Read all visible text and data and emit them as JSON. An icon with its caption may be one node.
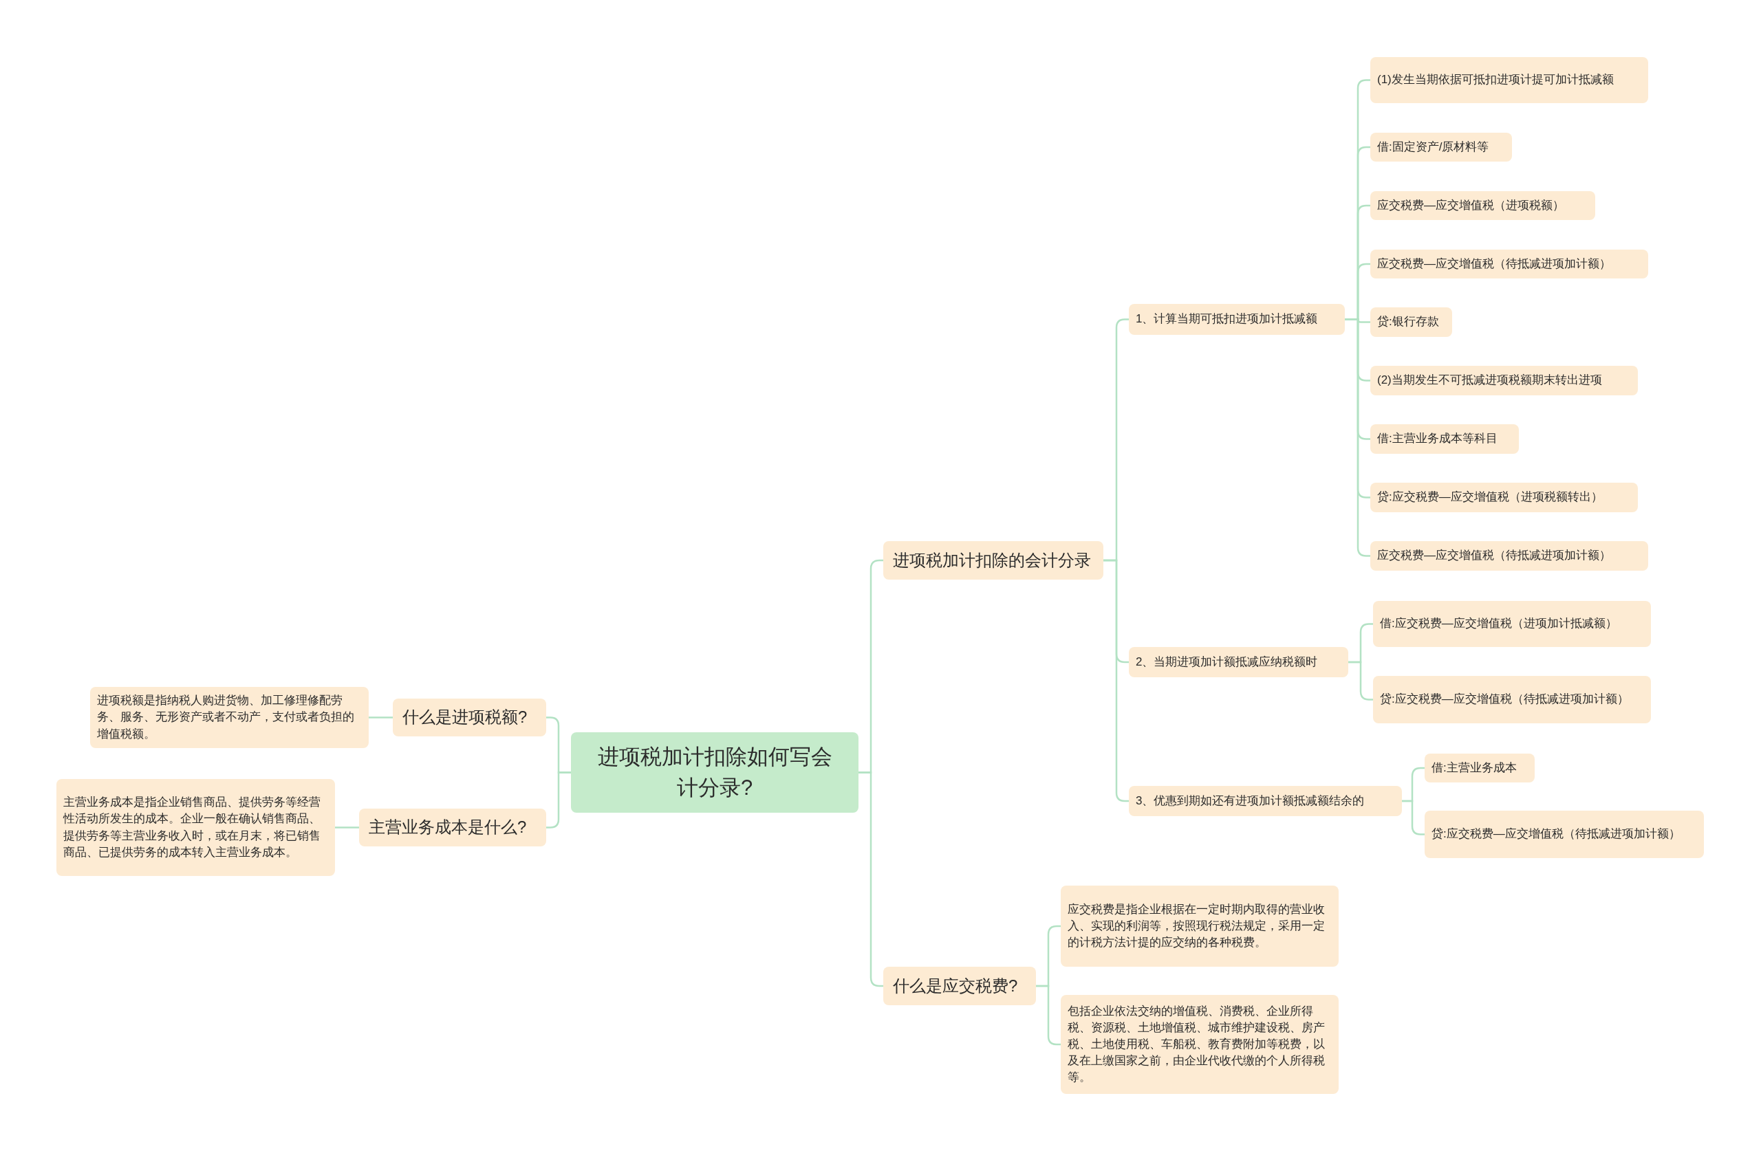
{
  "diagram": {
    "nodes": [
      {
        "text": [
          "进项税加计扣除如何写会计分录?"
        ]
      },
      {
        "text": [
          "什么是进项税额?"
        ]
      },
      {
        "text": [
          "进项税额是指纳税人购进货物、加工修理修配劳务、服务、无形资产或者不动产，支付或者负担的增值税额。"
        ]
      },
      {
        "text": [
          "主营业务成本是什么?"
        ]
      },
      {
        "text": [
          "主营业务成本是指企业销售商品、提供劳务等经营性活动所发生的成本。企业一般在确认销售商品、提供劳务等主营业务收入时，或在月末，将已销售商品、已提供劳务的成本转入主营业务成本。"
        ]
      },
      {
        "text": [
          "进项税加计扣除的会计分录"
        ]
      },
      {
        "text": [
          "1、计算当期可抵扣进项加计抵减额"
        ]
      },
      {
        "text": [
          "(1)发生当期依据可抵扣进项计提可加计抵减额"
        ]
      },
      {
        "text": [
          "借:固定资产/原材料等"
        ]
      },
      {
        "text": [
          "应交税费—应交增值税（进项税额）"
        ]
      },
      {
        "text": [
          "应交税费—应交增值税（待抵减进项加计额）"
        ]
      },
      {
        "text": [
          "贷:银行存款"
        ]
      },
      {
        "text": [
          "(2)当期发生不可抵减进项税额期末转出进项"
        ]
      },
      {
        "text": [
          "借:主营业务成本等科目"
        ]
      },
      {
        "text": [
          "贷:应交税费—应交增值税（进项税额转出）"
        ]
      },
      {
        "text": [
          "应交税费—应交增值税（待抵减进项加计额）"
        ]
      },
      {
        "text": [
          "2、当期进项加计额抵减应纳税额时"
        ]
      },
      {
        "text": [
          "借:应交税费—应交增值税（进项加计抵减额）"
        ]
      },
      {
        "text": [
          "贷:应交税费—应交增值税（待抵减进项加计额）"
        ]
      },
      {
        "text": [
          "3、优惠到期如还有进项加计额抵减额结余的"
        ]
      },
      {
        "text": [
          "借:主营业务成本"
        ]
      },
      {
        "text": [
          "贷:应交税费—应交增值税（待抵减进项加计额）"
        ]
      },
      {
        "text": [
          "什么是应交税费?"
        ]
      },
      {
        "text": [
          "应交税费是指企业根据在一定时期内取得的营业收入、实现的利润等，按照现行税法规定，采用一定的计税方法计提的应交纳的各种税费。"
        ]
      },
      {
        "text": [
          "包括企业依法交纳的增值税、消费税、企业所得税、资源税、土地增值税、城市维护建设税、房产税、土地使用税、车船税、教育费附加等税费，以及在上缴国家之前，由企业代收代缴的个人所得税等。"
        ]
      }
    ],
    "edges": [
      {
        "from": 0,
        "to": 1,
        "arrow": "none"
      },
      {
        "from": 1,
        "to": 2,
        "arrow": "none"
      },
      {
        "from": 0,
        "to": 3,
        "arrow": "none"
      },
      {
        "from": 3,
        "to": 4,
        "arrow": "none"
      },
      {
        "from": 0,
        "to": 5,
        "arrow": "none"
      },
      {
        "from": 5,
        "to": 6,
        "arrow": "none"
      },
      {
        "from": 6,
        "to": 7,
        "arrow": "none"
      },
      {
        "from": 6,
        "to": 8,
        "arrow": "none"
      },
      {
        "from": 6,
        "to": 9,
        "arrow": "none"
      },
      {
        "from": 6,
        "to": 10,
        "arrow": "none"
      },
      {
        "from": 6,
        "to": 11,
        "arrow": "none"
      },
      {
        "from": 6,
        "to": 12,
        "arrow": "none"
      },
      {
        "from": 6,
        "to": 13,
        "arrow": "none"
      },
      {
        "from": 6,
        "to": 14,
        "arrow": "none"
      },
      {
        "from": 6,
        "to": 15,
        "arrow": "none"
      },
      {
        "from": 5,
        "to": 16,
        "arrow": "none"
      },
      {
        "from": 16,
        "to": 17,
        "arrow": "none"
      },
      {
        "from": 16,
        "to": 18,
        "arrow": "none"
      },
      {
        "from": 5,
        "to": 19,
        "arrow": "none"
      },
      {
        "from": 19,
        "to": 20,
        "arrow": "none"
      },
      {
        "from": 19,
        "to": 21,
        "arrow": "none"
      },
      {
        "from": 0,
        "to": 22,
        "arrow": "none"
      },
      {
        "from": 22,
        "to": 23,
        "arrow": "none"
      },
      {
        "from": 22,
        "to": 24,
        "arrow": "none"
      }
    ]
  }
}
